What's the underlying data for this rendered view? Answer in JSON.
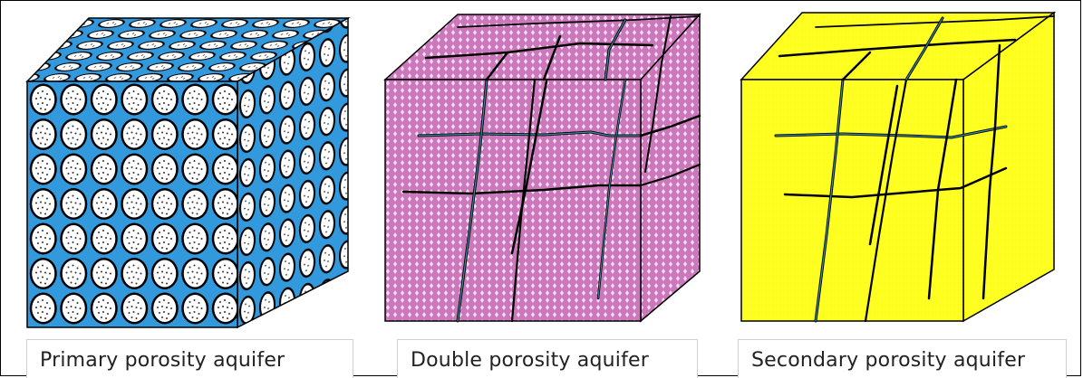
{
  "panels": [
    {
      "caption": "Primary porosity aquifer",
      "fill": "#3399dd"
    },
    {
      "caption": "Double porosity aquifer",
      "fill": "#cc77bb"
    },
    {
      "caption": "Secondary porosity aquifer",
      "fill": "#ffff22"
    }
  ],
  "colors": {
    "outline": "#000000",
    "fracture": "#1f6f7a",
    "grain": "#ffffff",
    "speck": "#333333"
  }
}
